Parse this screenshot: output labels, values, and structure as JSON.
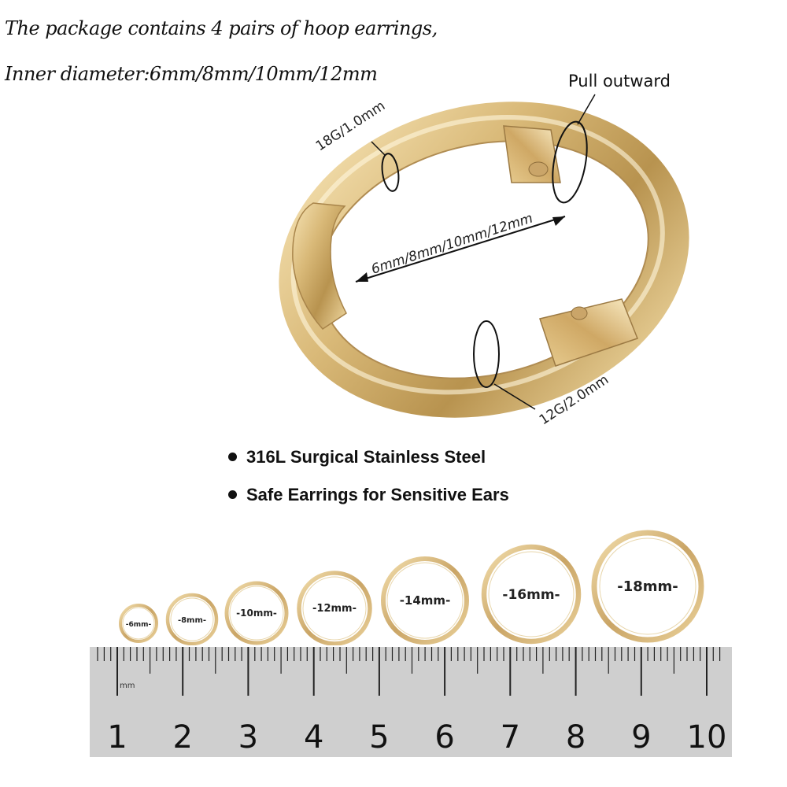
{
  "intro": {
    "line1": "The package contains 4 pairs of hoop earrings,",
    "line2": "Inner diameter:6mm/8mm/10mm/12mm"
  },
  "diagram": {
    "pull_label": "Pull outward",
    "thin_gauge": "18G/1.0mm",
    "thick_gauge": "12G/2.0mm",
    "diameter_label": "6mm/8mm/10mm/12mm"
  },
  "features": [
    "316L Surgical Stainless Steel",
    "Safe Earrings for Sensitive Ears"
  ],
  "hoops": [
    {
      "label": "-6mm-"
    },
    {
      "label": "-8mm-"
    },
    {
      "label": "-10mm-"
    },
    {
      "label": "-12mm-"
    },
    {
      "label": "-14mm-"
    },
    {
      "label": "-16mm-"
    },
    {
      "label": "-18mm-"
    }
  ],
  "ruler": {
    "unit": "mm",
    "numbers": [
      "1",
      "2",
      "3",
      "4",
      "5",
      "6",
      "7",
      "8",
      "9",
      "10"
    ]
  },
  "colors": {
    "gold": "#d9b978",
    "gold_dark": "#a8844a",
    "ruler": "#cfcfcf"
  }
}
